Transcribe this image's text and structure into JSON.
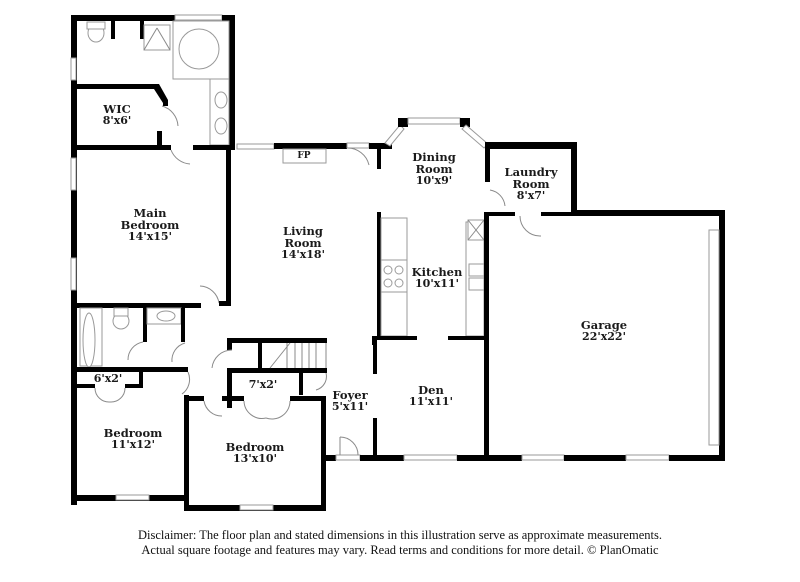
{
  "floorplan": {
    "rooms": [
      {
        "id": "wic",
        "name": "WIC",
        "dimensions": "8'x6'"
      },
      {
        "id": "main-bedroom",
        "name": "Main Bedroom",
        "line1": "Main",
        "line2": "Bedroom",
        "dimensions": "14'x15'"
      },
      {
        "id": "living-room",
        "name": "Living Room",
        "line1": "Living",
        "line2": "Room",
        "dimensions": "14'x18'"
      },
      {
        "id": "dining-room",
        "name": "Dining Room",
        "line1": "Dining",
        "line2": "Room",
        "dimensions": "10'x9'"
      },
      {
        "id": "laundry-room",
        "name": "Laundry Room",
        "line1": "Laundry",
        "line2": "Room",
        "dimensions": "8'x7'"
      },
      {
        "id": "kitchen",
        "name": "Kitchen",
        "dimensions": "10'x11'"
      },
      {
        "id": "garage",
        "name": "Garage",
        "dimensions": "22'x22'"
      },
      {
        "id": "closet-1",
        "name": "",
        "dimensions": "6'x2'"
      },
      {
        "id": "closet-2",
        "name": "",
        "dimensions": "7'x2'"
      },
      {
        "id": "foyer",
        "name": "Foyer",
        "dimensions": "5'x11'"
      },
      {
        "id": "den",
        "name": "Den",
        "dimensions": "11'x11'"
      },
      {
        "id": "bedroom-2",
        "name": "Bedroom",
        "dimensions": "11'x12'"
      },
      {
        "id": "bedroom-3",
        "name": "Bedroom",
        "dimensions": "13'x10'"
      }
    ],
    "fixtures": {
      "fireplace": "FP"
    }
  },
  "disclaimer": {
    "line1": "Disclaimer: The floor plan and stated dimensions in this illustration serve as approximate measurements.",
    "line2": "Actual square footage and features may vary. Read terms and conditions for more detail. © PlanOmatic"
  }
}
